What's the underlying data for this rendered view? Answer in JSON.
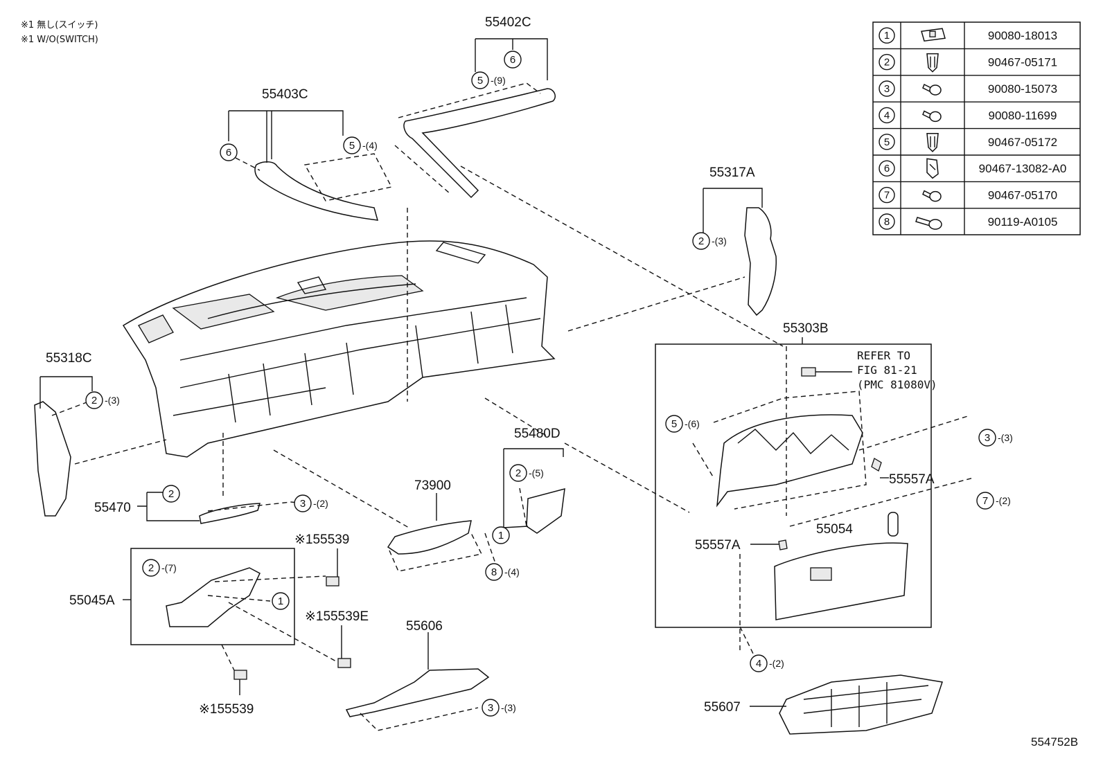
{
  "notes": [
    "※1 無し(スイッチ)",
    "※1 W/O(SWITCH)"
  ],
  "figure_id": "554752B",
  "fastener_table": [
    {
      "no": "1",
      "part": "90080-18013",
      "icon": "clip-nut-icon"
    },
    {
      "no": "2",
      "part": "90467-05171",
      "icon": "push-clip-icon"
    },
    {
      "no": "3",
      "part": "90080-15073",
      "icon": "screw-icon"
    },
    {
      "no": "4",
      "part": "90080-11699",
      "icon": "screw-icon"
    },
    {
      "no": "5",
      "part": "90467-05172",
      "icon": "push-clip-icon"
    },
    {
      "no": "6",
      "part": "90467-13082-A0",
      "icon": "clip-icon"
    },
    {
      "no": "7",
      "part": "90467-05170",
      "icon": "screw-icon"
    },
    {
      "no": "8",
      "part": "90119-A0105",
      "icon": "bolt-icon"
    }
  ],
  "labels": {
    "p55402c": "55402C",
    "p55403c": "55403C",
    "p55317a": "55317A",
    "p55318c": "55318C",
    "p55303b": "55303B",
    "refer": [
      "REFER TO",
      "FIG 81-21",
      "(PMC 81080V)"
    ],
    "p55557a_r": "55557A",
    "p55557a_l": "55557A",
    "p55054": "55054",
    "p55480d": "55480D",
    "p73900": "73900",
    "p55470": "55470",
    "p55539_a": "※155539",
    "p55539e": "※155539E",
    "p55539_b": "※155539",
    "p55045a": "55045A",
    "p55606": "55606",
    "p55607": "55607"
  },
  "callouts": {
    "c_6_55402": {
      "num": "6",
      "qty": ""
    },
    "c_5_55402": {
      "num": "5",
      "qty": "-(9)"
    },
    "c_6_55403": {
      "num": "6",
      "qty": ""
    },
    "c_5_55403": {
      "num": "5",
      "qty": "-(4)"
    },
    "c_2_55317": {
      "num": "2",
      "qty": "-(3)"
    },
    "c_2_55318": {
      "num": "2",
      "qty": "-(3)"
    },
    "c_5_55303": {
      "num": "5",
      "qty": "-(6)"
    },
    "c_3_right": {
      "num": "3",
      "qty": "-(3)"
    },
    "c_7_right": {
      "num": "7",
      "qty": "-(2)"
    },
    "c_2_55480": {
      "num": "2",
      "qty": "-(5)"
    },
    "c_1_55480": {
      "num": "1",
      "qty": ""
    },
    "c_2_55470": {
      "num": "2",
      "qty": ""
    },
    "c_3_55470": {
      "num": "3",
      "qty": "-(2)"
    },
    "c_8_73900": {
      "num": "8",
      "qty": "-(4)"
    },
    "c_2_55045": {
      "num": "2",
      "qty": "-(7)"
    },
    "c_1_55045": {
      "num": "1",
      "qty": ""
    },
    "c_3_55606": {
      "num": "3",
      "qty": "-(3)"
    },
    "c_4_bottom": {
      "num": "4",
      "qty": "-(2)"
    }
  }
}
